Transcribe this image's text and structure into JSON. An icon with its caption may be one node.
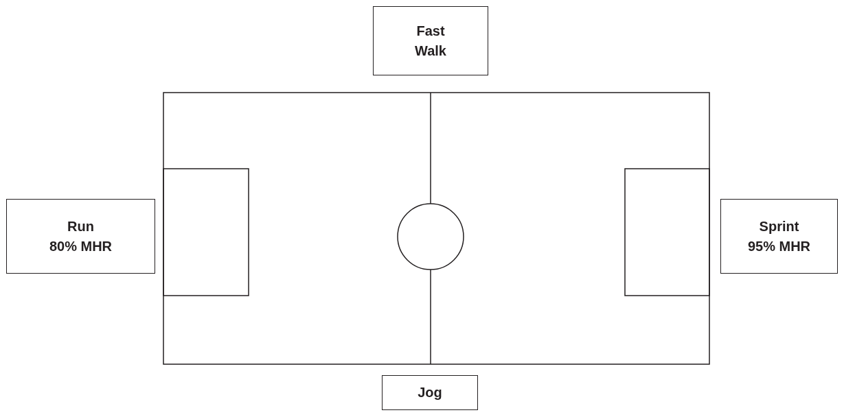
{
  "diagram": {
    "nodes": [
      {
        "text": [
          "Fast Walk"
        ]
      },
      {
        "text": [
          "Run",
          "80% MHR"
        ]
      },
      {
        "text": [
          "Sprint",
          "95% MHR"
        ]
      },
      {
        "text": [
          "Jog"
        ]
      }
    ]
  }
}
